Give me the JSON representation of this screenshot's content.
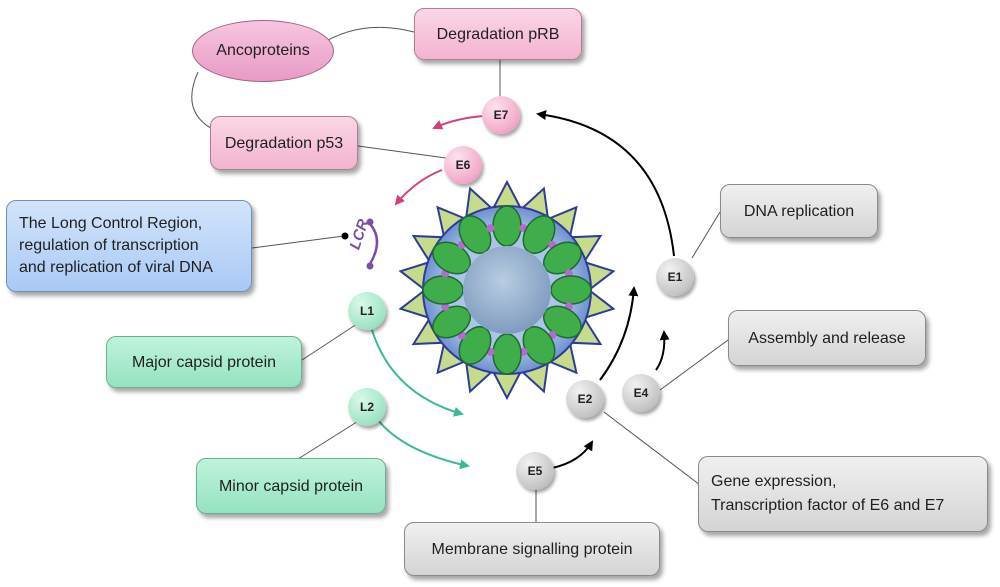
{
  "colors": {
    "pink": "#f2b4cf",
    "grey": "#d4d4d4",
    "green": "#95e2c0",
    "blue": "#a9c9f4",
    "arrow_pink": "#d0407f",
    "arrow_teal": "#3cb79a",
    "arrow_black": "#000000",
    "lcr_purple": "#7a4fa0"
  },
  "boxes": {
    "ancoproteins": "Ancoproteins",
    "degradation_prb": "Degradation pRB",
    "degradation_p53": "Degradation p53",
    "lcr_line1": "The Long Control Region,",
    "lcr_line2": "regulation of transcription",
    "lcr_line3": "and replication of viral DNA",
    "major_capsid": "Major capsid protein",
    "minor_capsid": "Minor capsid protein",
    "dna_replication": "DNA replication",
    "assembly_release": "Assembly and release",
    "gene_line1": "Gene expression,",
    "gene_line2": "Transcription factor of E6 and E7",
    "membrane": "Membrane signalling protein"
  },
  "nodes": {
    "e7": "E7",
    "e6": "E6",
    "e1": "E1",
    "e2": "E2",
    "e4": "E4",
    "e5": "E5",
    "l1": "L1",
    "l2": "L2",
    "lcr": "LCR"
  },
  "icons": {
    "virus": "hpv-virion-icon"
  }
}
